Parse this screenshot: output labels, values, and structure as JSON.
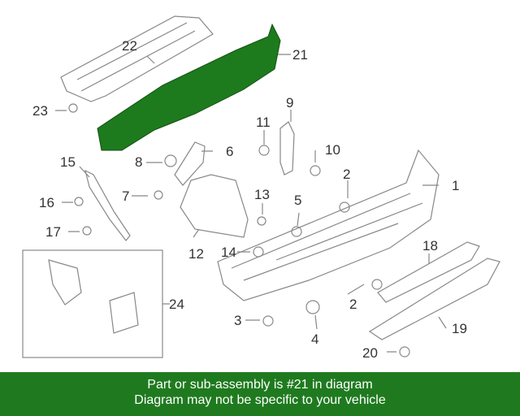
{
  "callouts": {
    "c1": "1",
    "c2a": "2",
    "c2b": "2",
    "c3": "3",
    "c4": "4",
    "c5": "5",
    "c6": "6",
    "c7": "7",
    "c8": "8",
    "c9": "9",
    "c10": "10",
    "c11": "11",
    "c12": "12",
    "c13": "13",
    "c14": "14",
    "c15": "15",
    "c16": "16",
    "c17": "17",
    "c18": "18",
    "c19": "19",
    "c20": "20",
    "c21": "21",
    "c22": "22",
    "c23": "23",
    "c24": "24"
  },
  "highlighted_part": "21",
  "colors": {
    "highlight": "#1d7a1d",
    "banner": "#1f7a1f",
    "line": "#888888"
  },
  "banner": {
    "line1": "Part or sub-assembly is #21 in diagram",
    "line2": "Diagram may not be specific to your vehicle"
  }
}
